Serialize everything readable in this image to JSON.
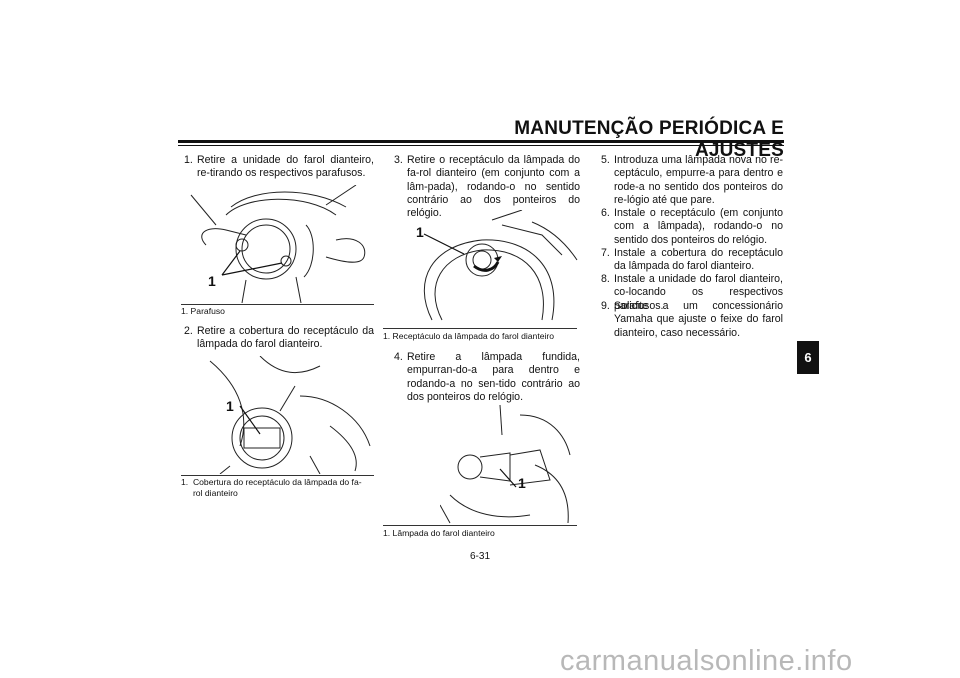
{
  "header": {
    "title": "MANUTENÇÃO PERIÓDICA E AJUSTES"
  },
  "chapter_tab": "6",
  "page_number": "6-31",
  "steps": [
    {
      "num": "1.",
      "text": "Retire a unidade do farol dianteiro, re-tirando os respectivos parafusos."
    },
    {
      "num": "2.",
      "text": "Retire a cobertura do receptáculo da lâmpada do farol dianteiro."
    },
    {
      "num": "3.",
      "text": "Retire o receptáculo da lâmpada do fa-rol dianteiro (em conjunto com a lâm-pada), rodando-o no sentido contrário ao dos ponteiros do relógio."
    },
    {
      "num": "4.",
      "text": "Retire a lâmpada fundida, empurran-do-a para dentro e rodando-a no sen-tido contrário ao dos ponteiros do relógio."
    },
    {
      "num": "5.",
      "text": "Introduza uma lâmpada nova no re-ceptáculo, empurre-a para dentro e rode-a no sentido dos ponteiros do re-lógio até que pare."
    },
    {
      "num": "6.",
      "text": "Instale o receptáculo (em conjunto com a lâmpada), rodando-o no sentido dos ponteiros do relógio."
    },
    {
      "num": "7.",
      "text": "Instale a cobertura do receptáculo da lâmpada do farol dianteiro."
    },
    {
      "num": "8.",
      "text": "Instale a unidade do farol dianteiro, co-locando os respectivos parafusos."
    },
    {
      "num": "9.",
      "text": "Solicite a um concessionário Yamaha que ajuste o feixe do farol dianteiro, caso necessário."
    }
  ],
  "figures": [
    {
      "callout": "1",
      "caption": "1.  Parafuso"
    },
    {
      "callout": "1",
      "caption": "1.  Cobertura do receptáculo da lâmpada do fa-\n     rol dianteiro"
    },
    {
      "callout": "1",
      "caption": "1.  Receptáculo da lâmpada do farol dianteiro"
    },
    {
      "callout": "1",
      "caption": "1.  Lâmpada do farol dianteiro"
    }
  ],
  "watermark": "carmanualsonline.info"
}
